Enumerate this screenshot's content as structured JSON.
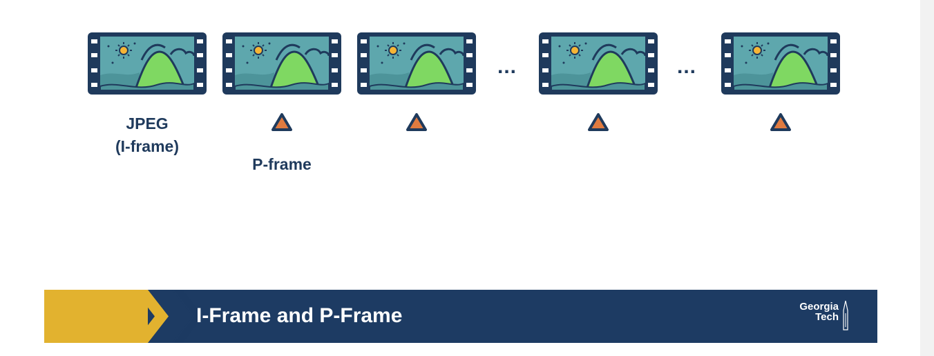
{
  "frames": [
    {
      "label": "JPEG\n(I-frame)"
    },
    {
      "label": "P-frame"
    },
    {
      "label": ""
    },
    {
      "label": ""
    },
    {
      "label": ""
    }
  ],
  "ellipsis": "...",
  "labels": {
    "iframe_line1": "JPEG",
    "iframe_line2": "(I-frame)",
    "pframe": "P-frame"
  },
  "banner": {
    "title": "I-Frame and P-Frame",
    "logo_line1": "Georgia",
    "logo_line2": "Tech"
  },
  "colors": {
    "navy": "#1f3a5c",
    "frame_bg": "#5ea7ad",
    "mountain": "#7fd862",
    "sun": "#f6b535",
    "delta": "#e07b40",
    "banner": "#1d3b63",
    "gold": "#e2b22f"
  }
}
